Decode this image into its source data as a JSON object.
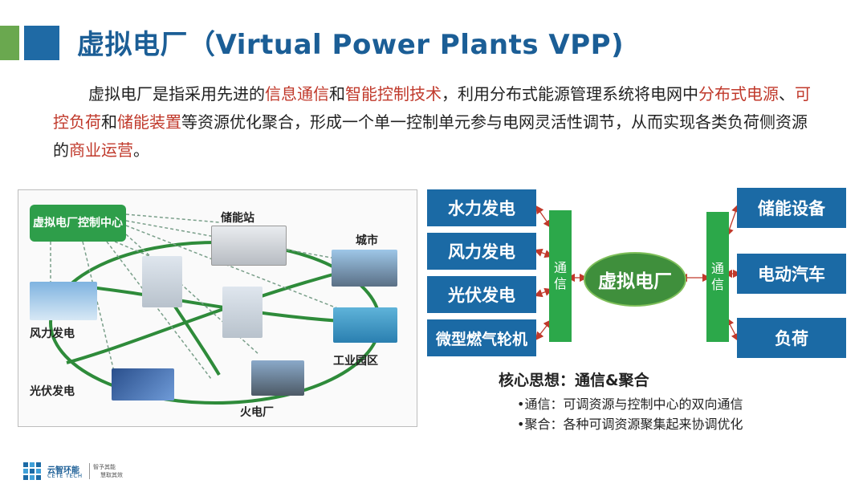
{
  "header": {
    "title": "虚拟电厂（Virtual Power Plants VPP)",
    "accent_colors": [
      "#6aa84f",
      "#1f6aa5"
    ]
  },
  "intro": {
    "segments": [
      {
        "text": "虚拟电厂是指采用先进的",
        "highlight": false
      },
      {
        "text": "信息通信",
        "highlight": true
      },
      {
        "text": "和",
        "highlight": false
      },
      {
        "text": "智能控制技术",
        "highlight": true
      },
      {
        "text": "，利用分布式能源管理系统将电网中",
        "highlight": false
      },
      {
        "text": "分布式电源",
        "highlight": true
      },
      {
        "text": "、",
        "highlight": false
      },
      {
        "text": "可控负荷",
        "highlight": true
      },
      {
        "text": "和",
        "highlight": false
      },
      {
        "text": "储能装置",
        "highlight": true
      },
      {
        "text": "等资源优化聚合，形成一个单一控制单元参与电网灵活性调节，从而实现各类负荷侧资源的",
        "highlight": false
      },
      {
        "text": "商业运营",
        "highlight": true
      },
      {
        "text": "。",
        "highlight": false
      }
    ],
    "highlight_color": "#c0392b"
  },
  "illustration": {
    "center_label": "虚拟电厂控制中心",
    "labels": {
      "storage": "储能站",
      "city": "城市",
      "wind": "风力发电",
      "industrial": "工业园区",
      "solar": "光伏发电",
      "thermal": "火电厂"
    }
  },
  "diagram": {
    "sources": [
      "水力发电",
      "风力发电",
      "光伏发电",
      "微型燃气轮机"
    ],
    "left_comm": "通信",
    "center": "虚拟电厂",
    "right_comm": "通信",
    "targets": [
      "储能设备",
      "电动汽车",
      "负荷"
    ],
    "box_color": "#1b6aa5",
    "comm_color": "#2ca84a",
    "arrow_color": "#c0392b"
  },
  "core": {
    "title": "核心思想：通信&聚合",
    "lines": [
      "•通信：可调资源与控制中心的双向通信",
      "•聚合：各种可调资源聚集起来协调优化"
    ]
  },
  "footer": {
    "logo_cn": "云智环能",
    "logo_en": "CETE TECH",
    "slogan_1": "智予其能",
    "slogan_2": "慧取其效"
  }
}
